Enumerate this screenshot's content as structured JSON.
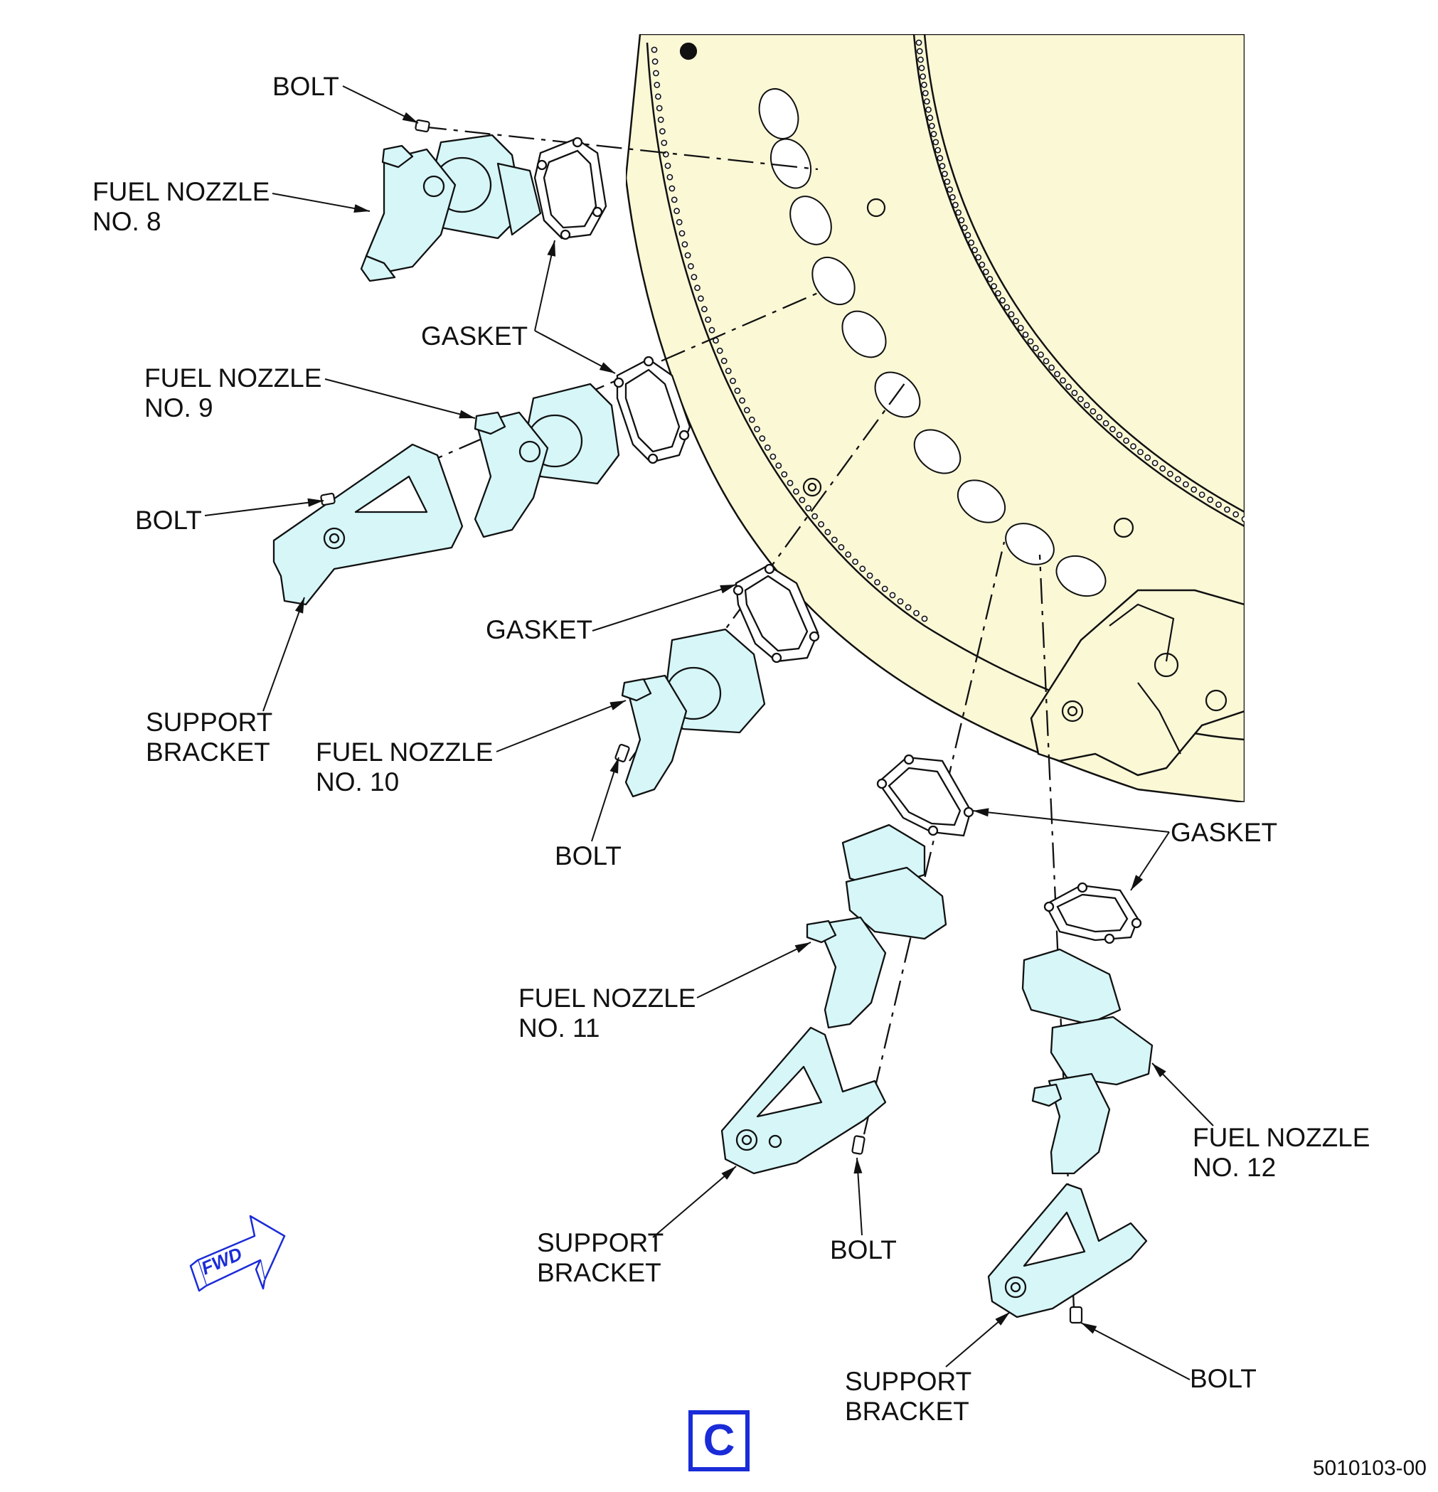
{
  "labels": {
    "bolt_top": "BOLT",
    "fuel_nozzle_8": [
      "FUEL NOZZLE",
      "NO. 8"
    ],
    "gasket_upper": "GASKET",
    "fuel_nozzle_9": [
      "FUEL NOZZLE",
      "NO. 9"
    ],
    "bolt_left": "BOLT",
    "gasket_mid": "GASKET",
    "support_bracket_left": [
      "SUPPORT",
      "BRACKET"
    ],
    "fuel_nozzle_10": [
      "FUEL NOZZLE",
      "NO. 10"
    ],
    "bolt_mid": "BOLT",
    "gasket_right": "GASKET",
    "fuel_nozzle_11": [
      "FUEL NOZZLE",
      "NO. 11"
    ],
    "fuel_nozzle_12": [
      "FUEL NOZZLE",
      "NO. 12"
    ],
    "support_bracket_mid": [
      "SUPPORT",
      "BRACKET"
    ],
    "bolt_lower_mid": "BOLT",
    "support_bracket_right": [
      "SUPPORT",
      "BRACKET"
    ],
    "bolt_lower_right": "BOLT"
  },
  "fwd_label": "FWD",
  "view_letter": "C",
  "drawing_number": "5010103-00",
  "colors": {
    "casing_fill": "#fbf8d6",
    "part_fill": "#d6f6f8",
    "line": "#111111",
    "accent": "#1a2bd8"
  }
}
